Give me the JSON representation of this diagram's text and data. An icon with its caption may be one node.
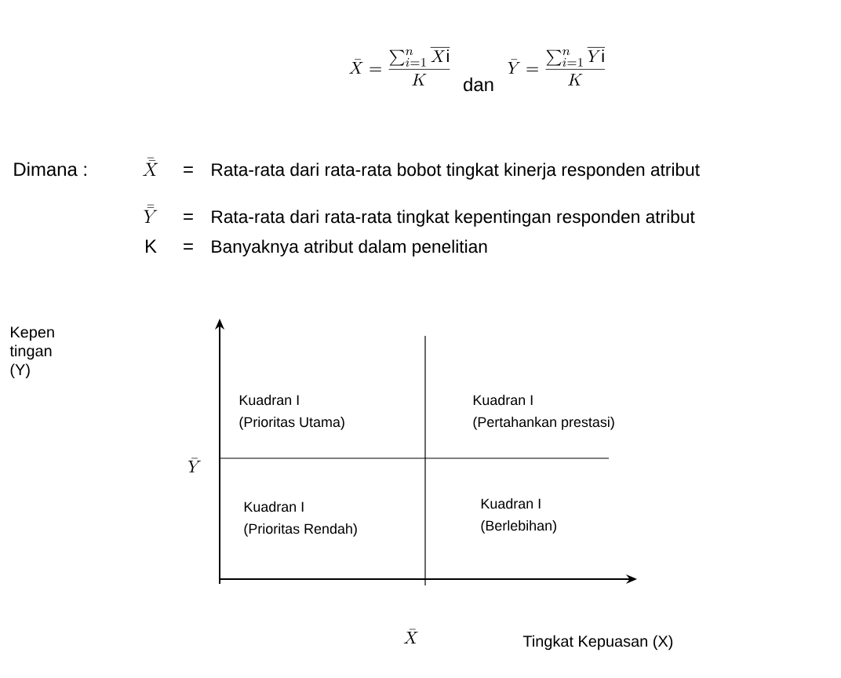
{
  "diagram": {
    "labels": [
      "\\bar{X} = \\frac{\\sum_{i=1}^{n}\\overline{X\\mathrm{i}}}{K}",
      "dan",
      "\\bar{Y} = \\frac{\\sum_{i=1}^{n}\\overline{Y\\mathrm{i}}}{K}",
      "Dimana :",
      "\\bar{\\bar{X}}",
      "=",
      "Rata-rata dari rata-rata bobot tingkat kinerja responden atribut",
      "\\bar{\\bar{Y}}",
      "=",
      "Rata-rata dari rata-rata tingkat kepentingan responden atribut",
      "K",
      "=",
      "Banyaknya atribut dalam penelitian",
      "Kepen tingan (Y)",
      "Kuadran I",
      "(Prioritas Utama)",
      "Kuadran I",
      "(Pertahankan prestasi)",
      "\\bar{Y}",
      "Kuadran I",
      "(Prioritas  Rendah)",
      "Kuadran I",
      "(Berlebihan)",
      "\\bar{X}",
      "Tingkat Kepuasan (X)"
    ]
  }
}
